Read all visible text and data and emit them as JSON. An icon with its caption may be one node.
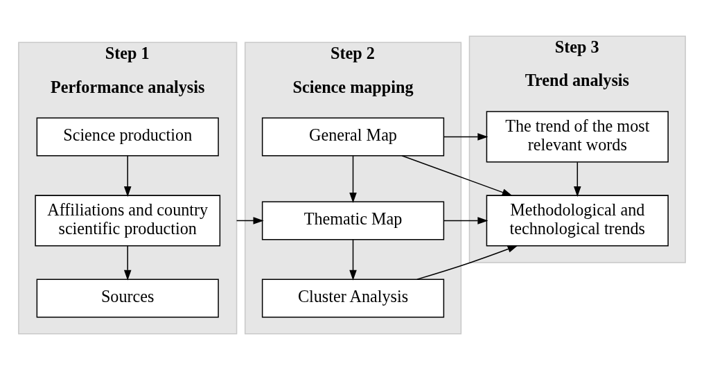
{
  "diagram": {
    "nodes": [
      {
        "text": [
          "Step 1",
          "Performance analysis"
        ]
      },
      {
        "text": [
          "Science production"
        ],
        "in": 0
      },
      {
        "text": [
          "Affiliations and country scientific production"
        ],
        "in": 0
      },
      {
        "text": [
          "Sources"
        ],
        "in": 0
      },
      {
        "text": [
          "Step 2",
          "Science mapping"
        ]
      },
      {
        "text": [
          "General Map"
        ],
        "in": 4
      },
      {
        "text": [
          "Thematic Map"
        ],
        "in": 4
      },
      {
        "text": [
          "Cluster Analysis"
        ],
        "in": 4
      },
      {
        "text": [
          "Step 3",
          "Trend analysis"
        ]
      },
      {
        "text": [
          "The trend of the most relevant words"
        ],
        "in": 8
      },
      {
        "text": [
          "Methodological and technological trends"
        ],
        "in": 8
      }
    ],
    "edges": [
      {
        "from": 1,
        "to": 2,
        "arrow": "to"
      },
      {
        "from": 2,
        "to": 3,
        "arrow": "to"
      },
      {
        "from": 0,
        "to": 6,
        "arrow": "to"
      },
      {
        "from": 5,
        "to": 6,
        "arrow": "to"
      },
      {
        "from": 6,
        "to": 7,
        "arrow": "to"
      },
      {
        "from": 5,
        "to": 9,
        "arrow": "to"
      },
      {
        "from": 5,
        "to": 10,
        "arrow": "to"
      },
      {
        "from": 6,
        "to": 10,
        "arrow": "to"
      },
      {
        "from": 7,
        "to": 10,
        "arrow": "to"
      },
      {
        "from": 9,
        "to": 10,
        "arrow": "to"
      }
    ]
  }
}
